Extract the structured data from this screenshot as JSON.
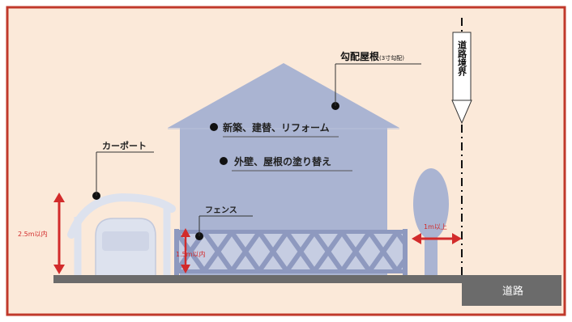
{
  "labels": {
    "road_boundary": "道路境界",
    "sloped_roof": "勾配屋根",
    "sloped_roof_note": "(3寸勾配)",
    "new_construction": "新築、建替、リフォーム",
    "exterior_repaint": "外壁、屋根の塗り替え",
    "carport": "カーポート",
    "carport_height": "2.5m以内",
    "fence": "フェンス",
    "fence_height": "1.5m以内",
    "setback": "1m以上",
    "road": "道路"
  },
  "colors": {
    "background": "#fbe9d9",
    "frame": "#c0392b",
    "building": "#aab4d2",
    "carport_frame": "#dde2ee",
    "ground": "#6b6b6b",
    "arrow_red": "#d22b2b",
    "dot": "#111111"
  }
}
